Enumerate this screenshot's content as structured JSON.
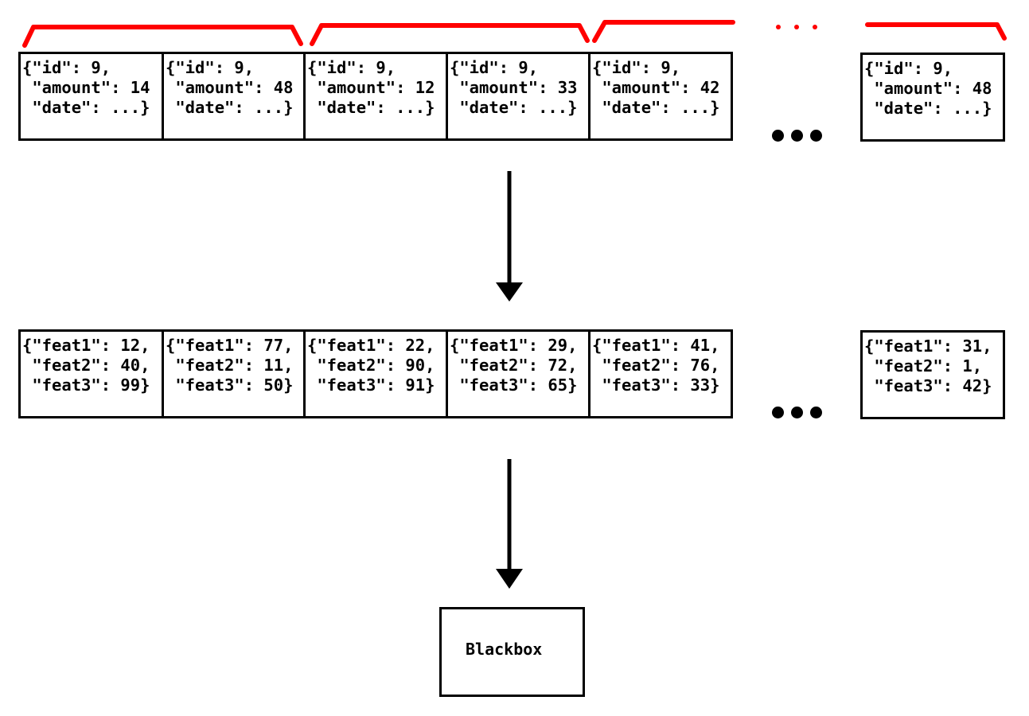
{
  "records_row": {
    "cells": [
      {
        "lines": [
          "{\"id\": 9,",
          " \"amount\": 14",
          " \"date\": ...}"
        ]
      },
      {
        "lines": [
          "{\"id\": 9,",
          " \"amount\": 48",
          " \"date\": ...}"
        ]
      },
      {
        "lines": [
          "{\"id\": 9,",
          " \"amount\": 12",
          " \"date\": ...}"
        ]
      },
      {
        "lines": [
          "{\"id\": 9,",
          " \"amount\": 33",
          " \"date\": ...}"
        ]
      },
      {
        "lines": [
          "{\"id\": 9,",
          " \"amount\": 42",
          " \"date\": ...}"
        ]
      },
      {
        "lines": [
          "{\"id\": 9,",
          " \"amount\": 48",
          " \"date\": ...}"
        ]
      }
    ]
  },
  "features_row": {
    "cells": [
      {
        "lines": [
          "{\"feat1\": 12,",
          " \"feat2\": 40,",
          " \"feat3\": 99}"
        ]
      },
      {
        "lines": [
          "{\"feat1\": 77,",
          " \"feat2\": 11,",
          " \"feat3\": 50}"
        ]
      },
      {
        "lines": [
          "{\"feat1\": 22,",
          " \"feat2\": 90,",
          " \"feat3\": 91}"
        ]
      },
      {
        "lines": [
          "{\"feat1\": 29,",
          " \"feat2\": 72,",
          " \"feat3\": 65}"
        ]
      },
      {
        "lines": [
          "{\"feat1\": 41,",
          " \"feat2\": 76,",
          " \"feat3\": 33}"
        ]
      },
      {
        "lines": [
          "{\"feat1\": 31,",
          " \"feat2\": 1,",
          " \"feat3\": 42}"
        ]
      }
    ]
  },
  "blackbox": {
    "label": "Blackbox"
  },
  "colors": {
    "stroke": "#000000",
    "bracket": "#ff0000",
    "background": "#ffffff"
  }
}
